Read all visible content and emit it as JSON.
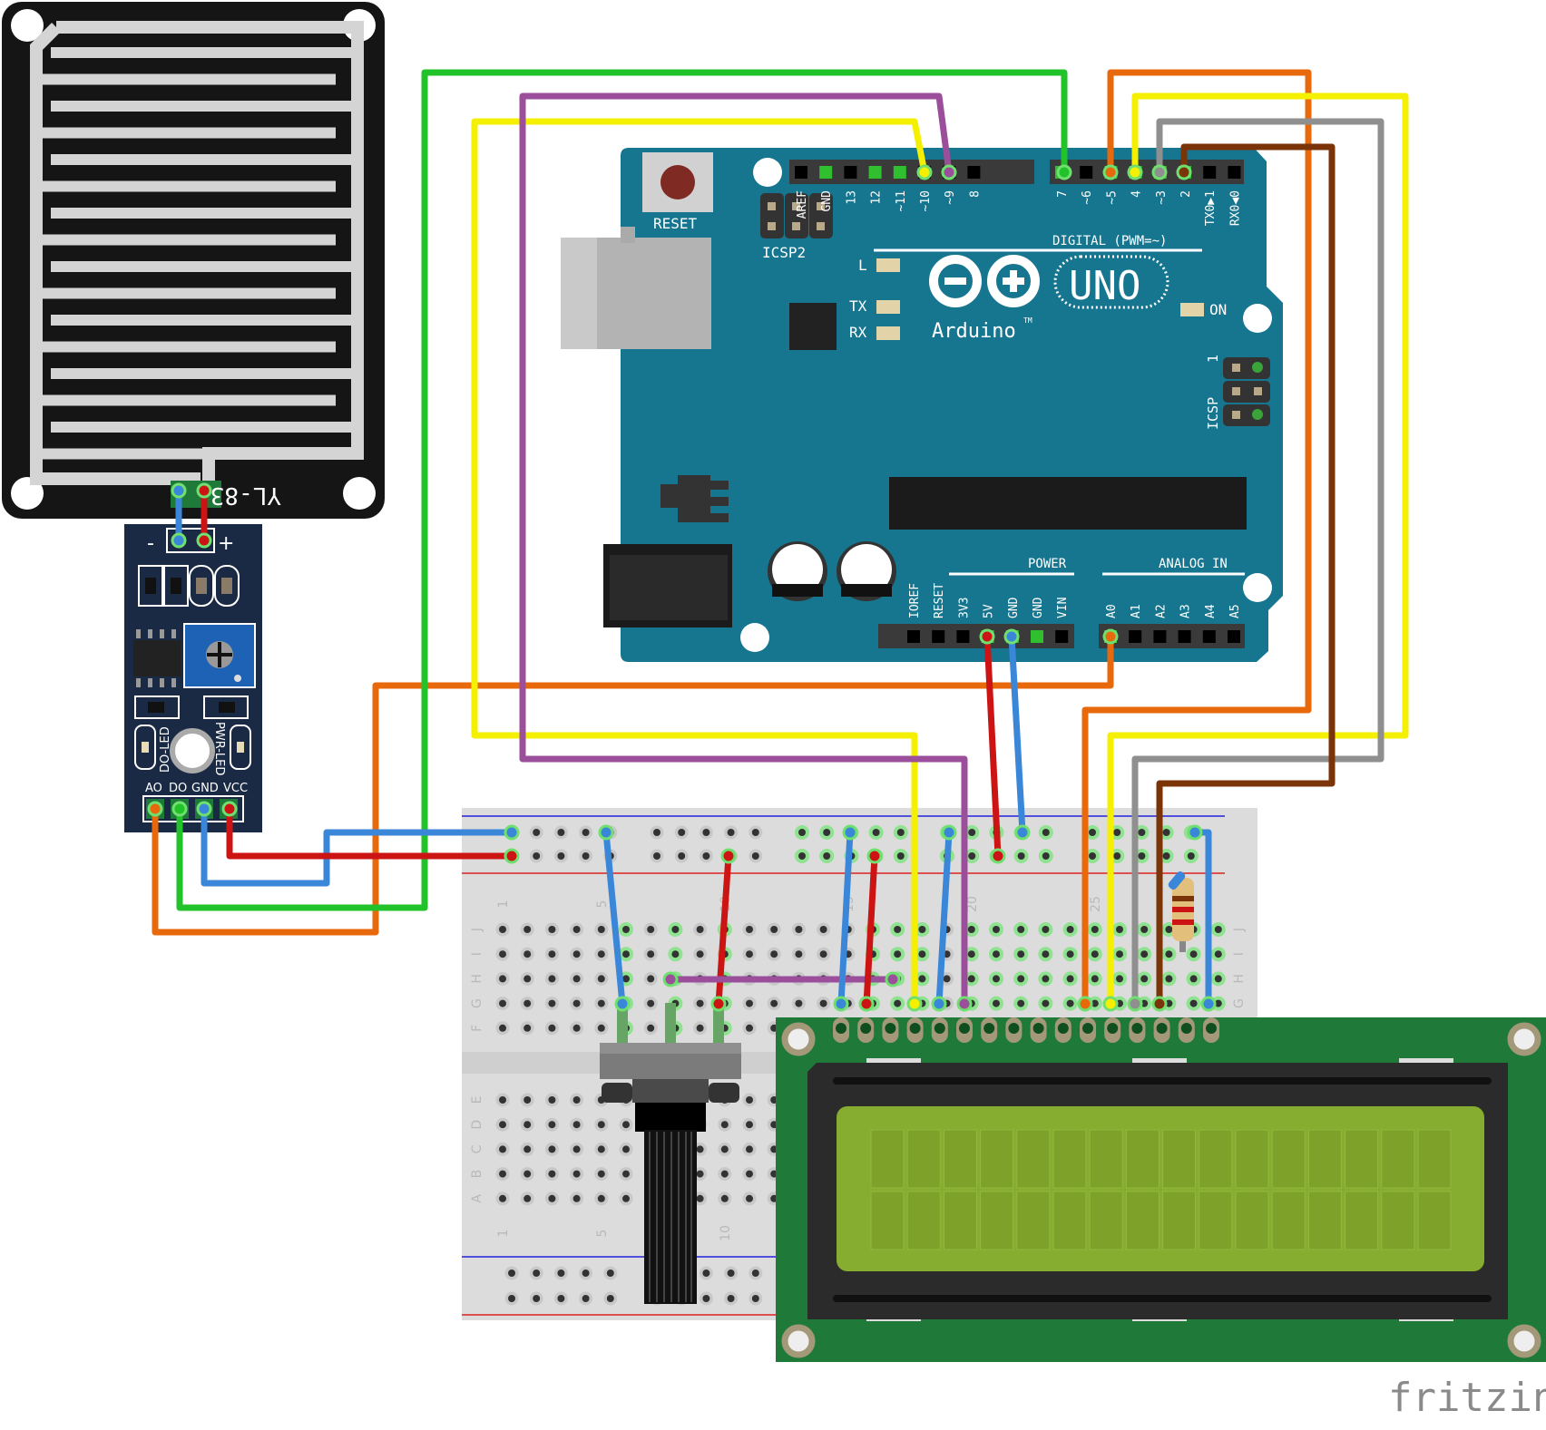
{
  "rain_sensor_plate": {
    "label": "YL-83"
  },
  "rain_module": {
    "minus_label": "-",
    "plus_label": "+",
    "do_led_label": "DO-LED",
    "pwr_led_label": "PWR-LED",
    "pins": [
      "AO",
      "DO",
      "GND",
      "VCC"
    ]
  },
  "arduino": {
    "reset_label": "RESET",
    "icsp2_label": "ICSP2",
    "icsp_label": "ICSP",
    "icsp_pin1": "1",
    "digital_header_left": [
      "AREF",
      "GND",
      "13",
      "12",
      "~11",
      "~10",
      "~9",
      "8"
    ],
    "digital_header_right": [
      "7",
      "~6",
      "~5",
      "4",
      "~3",
      "2",
      "TX0▶1",
      "RX0◀0"
    ],
    "digital_caption": "DIGITAL (PWM=~)",
    "led_labels": {
      "l": "L",
      "tx": "TX",
      "rx": "RX",
      "on": "ON"
    },
    "logo_name": "Arduino",
    "logo_tm": "TM",
    "model": "UNO",
    "power_caption": "POWER",
    "power_pins": [
      "IOREF",
      "RESET",
      "3V3",
      "5V",
      "GND",
      "GND",
      "VIN"
    ],
    "analog_caption": "ANALOG IN",
    "analog_pins": [
      "A0",
      "A1",
      "A2",
      "A3",
      "A4",
      "A5"
    ]
  },
  "breadboard": {
    "row_letters_top": [
      "J",
      "I",
      "H",
      "G",
      "F"
    ],
    "row_letters_bottom": [
      "E",
      "D",
      "C",
      "B",
      "A"
    ],
    "column_markers": [
      "1",
      "5",
      "10",
      "15",
      "20",
      "25"
    ]
  },
  "lcd": {
    "pin_count": 16,
    "columns": 16,
    "rows": 2
  },
  "watermark": "fritzing",
  "colors": {
    "arduino_board": "#16758f",
    "rain_module": "#1b2a44",
    "lcd_pcb": "#1f7a3a",
    "lcd_screen": "#86ad2f",
    "wire_green": "#22c22a",
    "wire_yellow": "#f5ef00",
    "wire_purple": "#9b4f9b",
    "wire_orange": "#e8690c",
    "wire_gray": "#8f8f8f",
    "wire_brown": "#7a3408",
    "wire_red": "#cc1414",
    "wire_blue": "#3a86d8"
  }
}
